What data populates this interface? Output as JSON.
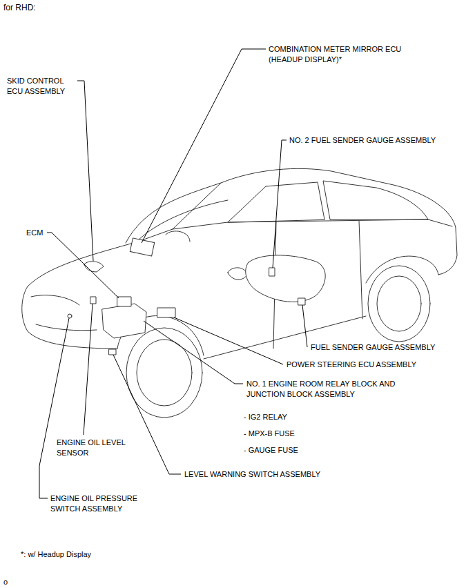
{
  "diagram": {
    "title": "for RHD:",
    "labels": [
      "COMBINATION METER MIRROR ECU (HEADUP DISPLAY)*",
      "SKID CONTROL ECU ASSEMBLY",
      "NO. 2 FUEL SENDER GAUGE ASSEMBLY",
      "ECM",
      "FUEL SENDER GAUGE ASSEMBLY",
      "POWER STEERING ECU ASSEMBLY",
      "NO. 1 ENGINE ROOM RELAY BLOCK AND JUNCTION BLOCK ASSEMBLY",
      "- IG2 RELAY",
      "- MPX-B FUSE",
      "- GAUGE FUSE",
      "ENGINE OIL LEVEL SENSOR",
      "LEVEL WARNING SWITCH ASSEMBLY",
      "ENGINE OIL PRESSURE SWITCH ASSEMBLY",
      "*: w/ Headup Display",
      "o"
    ]
  }
}
